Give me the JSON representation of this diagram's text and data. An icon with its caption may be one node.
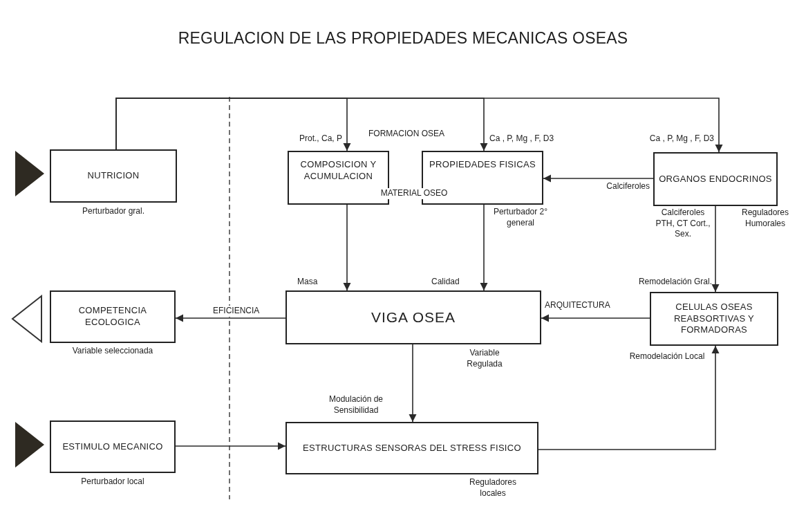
{
  "diagram": {
    "title": "REGULACION DE LAS PROPIEDADES MECANICAS OSEAS",
    "nodes": [
      {
        "text": [
          "NUTRICION"
        ],
        "beside": [
          "Perturbador gral."
        ]
      },
      {
        "text": [
          "COMPOSICION Y ACUMULACION"
        ]
      },
      {
        "text": [
          "PROPIEDADES FISICAS"
        ],
        "beside": [
          "Perturbador 2° general"
        ]
      },
      {
        "text": [
          "ORGANOS ENDOCRINOS"
        ]
      },
      {
        "text": [
          "COMPETENCIA ECOLOGICA"
        ],
        "beside": [
          "Variable seleccionada"
        ]
      },
      {
        "text": [
          "VIGA OSEA"
        ],
        "beside": [
          "Variable Regulada"
        ]
      },
      {
        "text": [
          "CELULAS OSEAS REABSORTIVAS Y FORMADORAS"
        ]
      },
      {
        "text": [
          "ESTIMULO MECANICO"
        ],
        "beside": [
          "Perturbador local"
        ]
      },
      {
        "text": [
          "ESTRUCTURAS SENSORAS DEL STRESS FISICO"
        ],
        "beside": [
          "Reguladores locales"
        ]
      }
    ],
    "edges": [
      {
        "from": 0,
        "to": 1,
        "arrow": "to",
        "label": "Prot., Ca, P"
      },
      {
        "from": 0,
        "to": 2,
        "arrow": "to",
        "label": "Ca , P, Mg , F, D3"
      },
      {
        "from": 0,
        "to": 3,
        "arrow": "to",
        "label": "Ca , P, Mg , F, D3"
      },
      {
        "from": 3,
        "to": 2,
        "arrow": "to",
        "label": "Calciferoles"
      },
      {
        "from": 1,
        "to": 5,
        "arrow": "to",
        "label": "Masa"
      },
      {
        "from": 2,
        "to": 5,
        "arrow": "to",
        "label": "Calidad"
      },
      {
        "from": 3,
        "to": 6,
        "arrow": "to",
        "label": "Remodelación Gral."
      },
      {
        "from": 6,
        "to": 5,
        "arrow": "to",
        "label": "ARQUITECTURA"
      },
      {
        "from": 5,
        "to": 4,
        "arrow": "to",
        "label": "EFICIENCIA"
      },
      {
        "from": 5,
        "to": 8,
        "arrow": "to",
        "label": "Modulación de Sensibilidad"
      },
      {
        "from": 7,
        "to": 8,
        "arrow": "to"
      },
      {
        "from": 8,
        "to": 6,
        "arrow": "to",
        "label": "Remodelación Local"
      }
    ],
    "labels": [
      "FORMACION OSEA",
      "MATERIAL OSEO",
      "Calciferoles PTH, CT Cort., Sex.",
      "Reguladores Humorales"
    ]
  }
}
